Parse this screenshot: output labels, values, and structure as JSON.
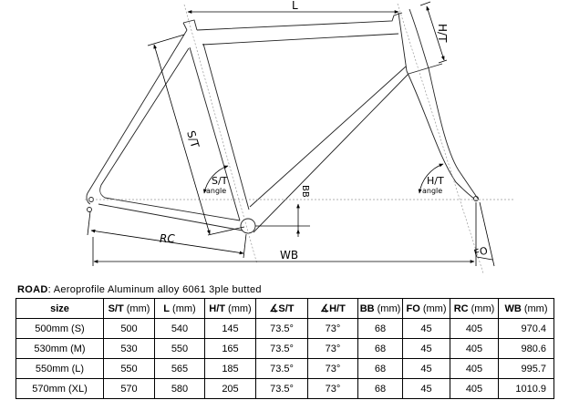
{
  "diagram": {
    "labels": {
      "L": "L",
      "HT": "H/T",
      "ST": "S/T",
      "ST_angle": "S/T",
      "HT_angle": "H/T",
      "angle_word": "angle",
      "BB": "BB",
      "RC": "RC",
      "WB": "WB",
      "FO": "FO"
    }
  },
  "spec": {
    "title_bold": "ROAD",
    "title_rest": ": Aeroprofile Aluminum alloy 6061 3ple butted",
    "headers": [
      {
        "main": "size",
        "unit": ""
      },
      {
        "main": "S/T",
        "unit": " (mm)"
      },
      {
        "main": "L",
        "unit": " (mm)"
      },
      {
        "main": "H/T",
        "unit": " (mm)"
      },
      {
        "main": "∡S/T",
        "unit": ""
      },
      {
        "main": "∡H/T",
        "unit": ""
      },
      {
        "main": "BB",
        "unit": " (mm)"
      },
      {
        "main": "FO",
        "unit": " (mm)"
      },
      {
        "main": "RC",
        "unit": " (mm)"
      },
      {
        "main": "WB",
        "unit": " (mm)"
      }
    ],
    "rows": [
      [
        "500mm (S)",
        "500",
        "540",
        "145",
        "73.5°",
        "73°",
        "68",
        "45",
        "405",
        "970.4"
      ],
      [
        "530mm (M)",
        "530",
        "550",
        "165",
        "73.5°",
        "73°",
        "68",
        "45",
        "405",
        "980.6"
      ],
      [
        "550mm (L)",
        "550",
        "565",
        "185",
        "73.5°",
        "73°",
        "68",
        "45",
        "405",
        "995.7"
      ],
      [
        "570mm (XL)",
        "570",
        "580",
        "205",
        "73.5°",
        "73°",
        "68",
        "45",
        "405",
        "1010.9"
      ]
    ]
  }
}
